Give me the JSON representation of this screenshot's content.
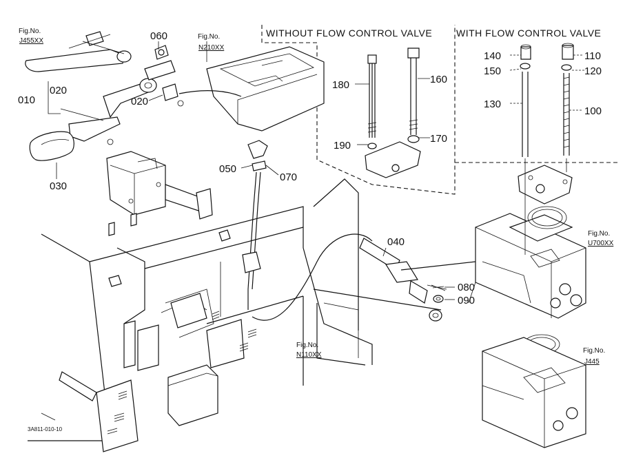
{
  "sections": {
    "without": "WITHOUT FLOW CONTROL VALVE",
    "with": "WITH FLOW CONTROL VALVE"
  },
  "fig_refs": {
    "j455": {
      "label": "Fig.No.",
      "code": "J455XX"
    },
    "n210": {
      "label": "Fig.No.",
      "code": "N210XX"
    },
    "u700": {
      "label": "Fig.No.",
      "code": "U700XX"
    },
    "n110": {
      "label": "Fig.No.",
      "code": "N110XX"
    },
    "j445": {
      "label": "Fig.No.",
      "code": "J445"
    }
  },
  "parts": {
    "p010": "010",
    "p020a": "020",
    "p020b": "020",
    "p030": "030",
    "p040": "040",
    "p050": "050",
    "p060": "060",
    "p070": "070",
    "p080": "080",
    "p090": "090",
    "p100": "100",
    "p110": "110",
    "p120": "120",
    "p130": "130",
    "p140": "140",
    "p150": "150",
    "p160": "160",
    "p170": "170",
    "p180": "180",
    "p190": "190"
  },
  "drawing_code": "3A811-010-10"
}
